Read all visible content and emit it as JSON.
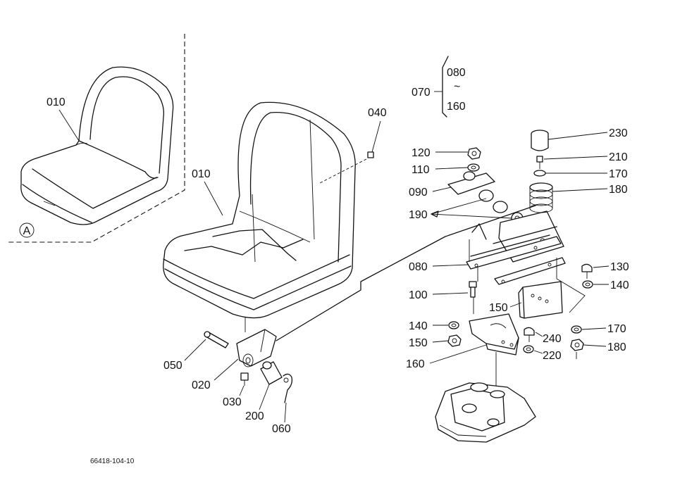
{
  "callouts": [
    {
      "id": "010a",
      "text": "010"
    },
    {
      "id": "010b",
      "text": "010"
    },
    {
      "id": "040",
      "text": "040"
    },
    {
      "id": "050",
      "text": "050"
    },
    {
      "id": "020",
      "text": "020"
    },
    {
      "id": "030",
      "text": "030"
    },
    {
      "id": "200",
      "text": "200"
    },
    {
      "id": "060",
      "text": "060"
    },
    {
      "id": "070",
      "text": "070"
    },
    {
      "id": "080a",
      "text": "080"
    },
    {
      "id": "160a",
      "text": "160"
    },
    {
      "id": "120",
      "text": "120"
    },
    {
      "id": "110",
      "text": "110"
    },
    {
      "id": "090",
      "text": "090"
    },
    {
      "id": "190",
      "text": "190"
    },
    {
      "id": "080b",
      "text": "080"
    },
    {
      "id": "100",
      "text": "100"
    },
    {
      "id": "140a",
      "text": "140"
    },
    {
      "id": "150a",
      "text": "150"
    },
    {
      "id": "160b",
      "text": "160"
    },
    {
      "id": "240",
      "text": "240"
    },
    {
      "id": "220",
      "text": "220"
    },
    {
      "id": "230",
      "text": "230"
    },
    {
      "id": "210",
      "text": "210"
    },
    {
      "id": "170a",
      "text": "170"
    },
    {
      "id": "180a",
      "text": "180"
    },
    {
      "id": "130",
      "text": "130"
    },
    {
      "id": "140b",
      "text": "140"
    },
    {
      "id": "150b",
      "text": "150"
    },
    {
      "id": "170b",
      "text": "170"
    },
    {
      "id": "180b",
      "text": "180"
    }
  ],
  "tilde": "~",
  "view_marker": "A",
  "drawing_number": "66418-104-10"
}
